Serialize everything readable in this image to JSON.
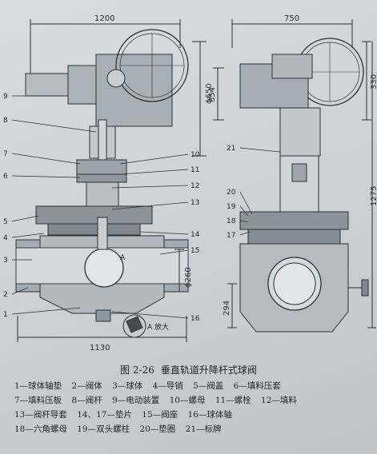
{
  "dimensions": {
    "left_width": "1200",
    "right_width": "750",
    "actuator_dia": "ϕ650",
    "right_354": "354",
    "right_330": "330",
    "height_1275": "1275",
    "bore_dia": "ϕ260",
    "right_294": "294",
    "bottom_length": "1130"
  },
  "enlarge_label": "A 放大",
  "section_mark": "A",
  "callouts_left": [
    "9",
    "8",
    "7",
    "6",
    "5",
    "4",
    "3",
    "2",
    "1"
  ],
  "callouts_mid": [
    "10",
    "11",
    "12",
    "13",
    "14",
    "15",
    "16"
  ],
  "callouts_right": [
    "21",
    "20",
    "19",
    "18",
    "17"
  ],
  "caption": {
    "number": "图 2-26",
    "title": "垂直轨道升降杆式球阀"
  },
  "legend": [
    [
      "1—球体轴垫",
      "2—阀体",
      "3—球体",
      "4—导销",
      "5—阀盖",
      "6—填料压套"
    ],
    [
      "7—填料压板",
      "8—阀杆",
      "9—电动装置",
      "10—螺母",
      "11—螺栓",
      "12—填料"
    ],
    [
      "13—阀杆导套",
      "14、17—垫片",
      "15—阀座",
      "16—球体轴"
    ],
    [
      "18—六角螺母",
      "19—双头螺柱",
      "20—垫圈",
      "21—标牌"
    ]
  ]
}
